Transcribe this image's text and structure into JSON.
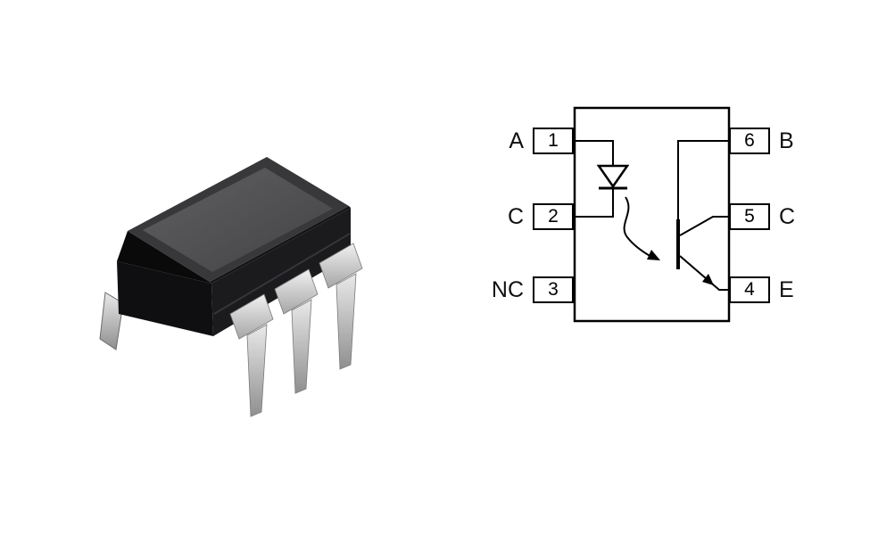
{
  "colors": {
    "background": "#ffffff",
    "line": "#000000",
    "package_body_dark": "#0f0f11",
    "package_side": "#1b1b1e",
    "package_top": "#4e4e50",
    "pin_metal_light": "#ececec",
    "pin_metal_dark": "#8f8f8f"
  },
  "package": {
    "illustration": "dip6-package-3d-illustration",
    "visible_pins": 4
  },
  "schematic": {
    "left_pins": [
      {
        "number": "1",
        "label": "A"
      },
      {
        "number": "2",
        "label": "C"
      },
      {
        "number": "3",
        "label": "NC"
      }
    ],
    "right_pins": [
      {
        "number": "6",
        "label": "B"
      },
      {
        "number": "5",
        "label": "C"
      },
      {
        "number": "4",
        "label": "E"
      }
    ],
    "symbols": [
      "led-diode-symbol",
      "phototransistor-symbol",
      "light-arrow"
    ]
  }
}
